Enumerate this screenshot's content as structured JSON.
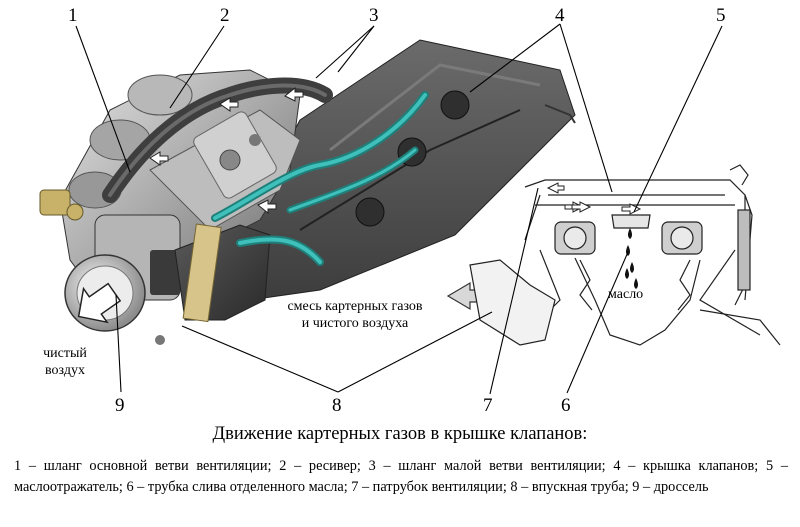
{
  "numbers": {
    "n1": "1",
    "n2": "2",
    "n3": "3",
    "n4": "4",
    "n5": "5",
    "n6": "6",
    "n7": "7",
    "n8": "8",
    "n9": "9"
  },
  "labels": {
    "gas_mix_line1": "смесь картерных газов",
    "gas_mix_line2": "и чистого воздуха",
    "clean_air_line1": "чистый",
    "clean_air_line2": "воздух",
    "oil": "масло"
  },
  "caption": "Движение картерных газов в крышке клапанов:",
  "legend_text": "1 – шланг основной ветви вентиляции; 2 – ресивер; 3 – шланг малой ветви вентиляции; 4 – крышка клапанов; 5 – маслоотражатель; 6 – трубка слива отделенного масла; 7 – патрубок вентиляции; 8 – впускная труба; 9 – дроссель",
  "colors": {
    "hose_teal": "#2aa9a3",
    "metal_light": "#c9c9c9",
    "metal_mid": "#9a9a9a",
    "metal_dark": "#444444"
  }
}
